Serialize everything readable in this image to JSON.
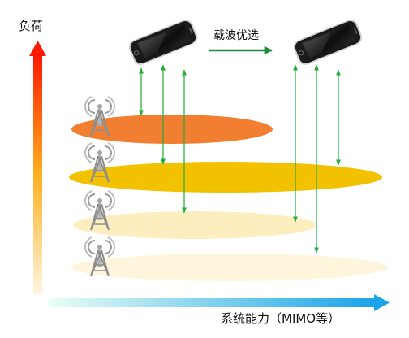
{
  "diagram": {
    "y_axis_label": "负荷",
    "x_axis_label": "系统能力（MIMO等）",
    "transition_label": "载波优选",
    "colors": {
      "y_axis_top": "#ff1a00",
      "y_axis_mid": "#ffb020",
      "y_axis_bottom": "#fff6e0",
      "x_axis_start": "#e8fff4",
      "x_axis_end": "#1aa3e8",
      "layer_1": "#f27f31",
      "layer_2": "#f2c200",
      "layer_3": "#fdeec0",
      "layer_4": "#fef6dc",
      "link_line": "#1fae3a",
      "transition_arrow": "#1f8a3c",
      "tower": "#9c9c9c"
    },
    "icons": {
      "device": "smartphone-icon",
      "base_station": "cell-tower-icon"
    }
  }
}
